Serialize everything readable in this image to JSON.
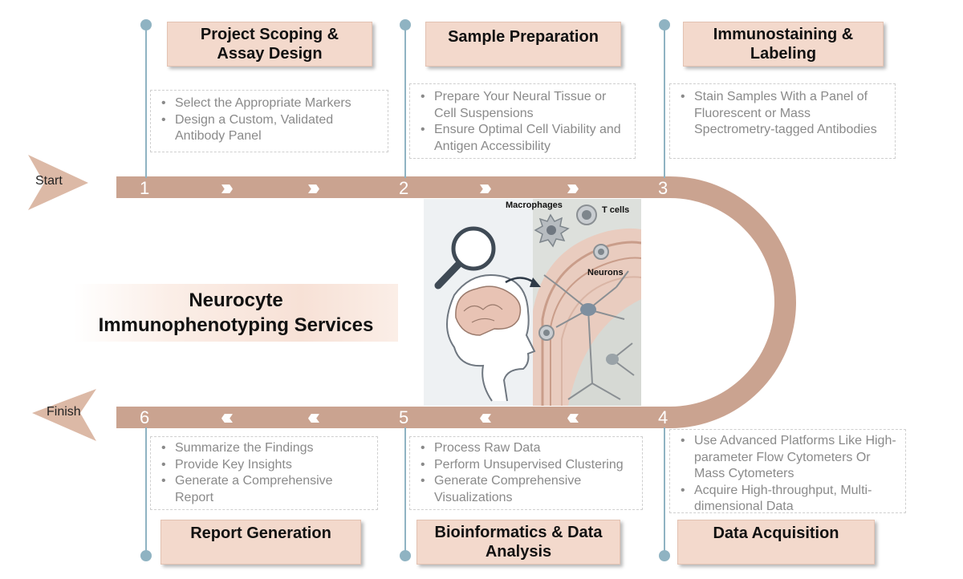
{
  "center": {
    "title_line1": "Neurocyte",
    "title_line2": "Immunophenotyping Services"
  },
  "flow": {
    "start_label": "Start",
    "finish_label": "Finish"
  },
  "steps": [
    {
      "number": "1",
      "title_line1": "Project Scoping &",
      "title_line2": "Assay Design",
      "bullets": [
        "Select the Appropriate Markers",
        "Design a Custom, Validated Antibody Panel"
      ]
    },
    {
      "number": "2",
      "title_line1": "Sample Preparation",
      "title_line2": "",
      "bullets": [
        "Prepare Your Neural Tissue or Cell Suspensions",
        "Ensure Optimal Cell Viability and Antigen Accessibility"
      ]
    },
    {
      "number": "3",
      "title_line1": "Immunostaining &",
      "title_line2": "Labeling",
      "bullets": [
        "Stain Samples With a Panel of Fluorescent or Mass Spectrometry-tagged Antibodies"
      ]
    },
    {
      "number": "4",
      "title_line1": "Data Acquisition",
      "title_line2": "",
      "bullets": [
        "Use Advanced Platforms Like High-parameter Flow Cytometers Or Mass Cytometers",
        "Acquire High-throughput, Multi-dimensional Data"
      ]
    },
    {
      "number": "5",
      "title_line1": "Bioinformatics & Data",
      "title_line2": "Analysis",
      "bullets": [
        "Process Raw Data",
        "Perform Unsupervised Clustering",
        "Generate Comprehensive Visualizations"
      ]
    },
    {
      "number": "6",
      "title_line1": "Report Generation",
      "title_line2": "",
      "bullets": [
        "Summarize the Findings",
        "Provide Key Insights",
        "Generate a Comprehensive Report"
      ]
    }
  ],
  "illustration": {
    "label_macrophages": "Macrophages",
    "label_tcells": "T cells",
    "label_neurons": "Neurons"
  },
  "colors": {
    "track": "#caa390",
    "title_box": "#f3d9cc",
    "connector": "#8fb3c2"
  }
}
